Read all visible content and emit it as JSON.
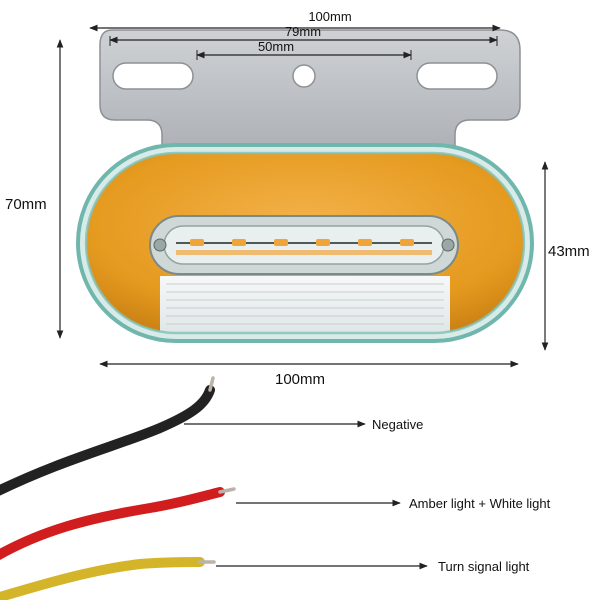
{
  "dimensions": {
    "top_width": "100mm",
    "mid_width": "79mm",
    "inner_width": "50mm",
    "height_total": "70mm",
    "height_lamp": "43mm",
    "bottom_width": "100mm"
  },
  "wires": {
    "black": "Negative",
    "red": "Amber light + White light",
    "yellow": "Turn signal light"
  },
  "colors": {
    "bracket": "#b9bcc0",
    "lens_amber": "#e59a1f",
    "lens_clear": "#eef2f3",
    "rim": "#6fb6ad",
    "wire_black": "#222222",
    "wire_red": "#d11d1d",
    "wire_yellow": "#d4b52a",
    "led": "#f0a53a"
  }
}
